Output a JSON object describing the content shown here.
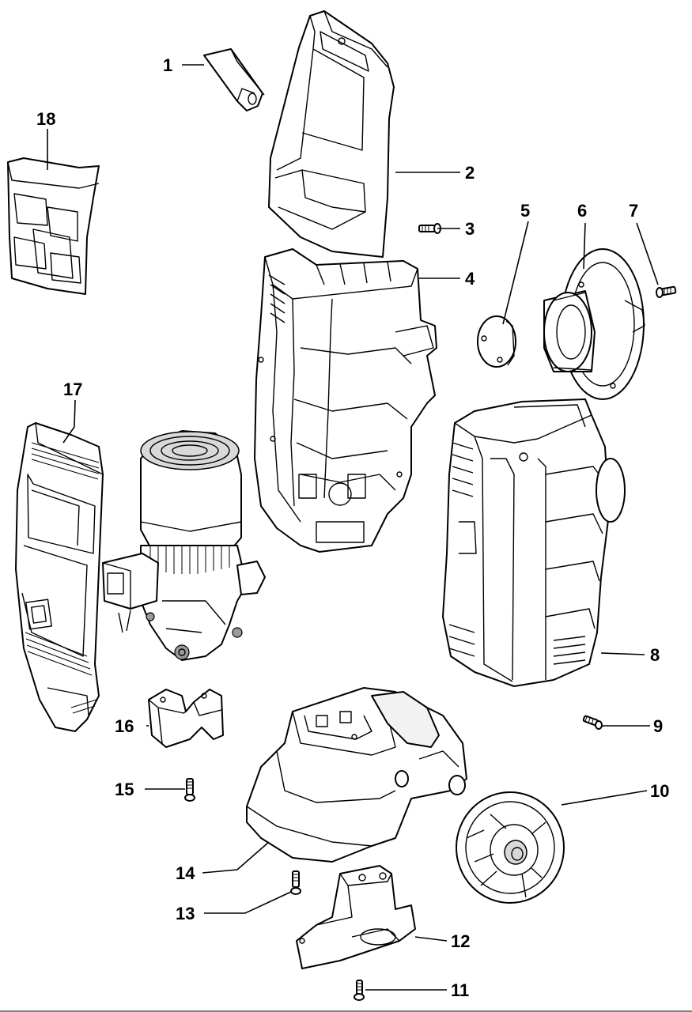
{
  "callouts": [
    {
      "id": "p1",
      "label": "1"
    },
    {
      "id": "p2",
      "label": "2"
    },
    {
      "id": "p3",
      "label": "3"
    },
    {
      "id": "p4",
      "label": "4"
    },
    {
      "id": "p5",
      "label": "5"
    },
    {
      "id": "p6",
      "label": "6"
    },
    {
      "id": "p7",
      "label": "7"
    },
    {
      "id": "p8",
      "label": "8"
    },
    {
      "id": "p9",
      "label": "9"
    },
    {
      "id": "p10",
      "label": "10"
    },
    {
      "id": "p11",
      "label": "11"
    },
    {
      "id": "p12",
      "label": "12"
    },
    {
      "id": "p13",
      "label": "13"
    },
    {
      "id": "p14",
      "label": "14"
    },
    {
      "id": "p15",
      "label": "15"
    },
    {
      "id": "p16",
      "label": "16"
    },
    {
      "id": "p17",
      "label": "17"
    },
    {
      "id": "p18",
      "label": "18"
    }
  ]
}
